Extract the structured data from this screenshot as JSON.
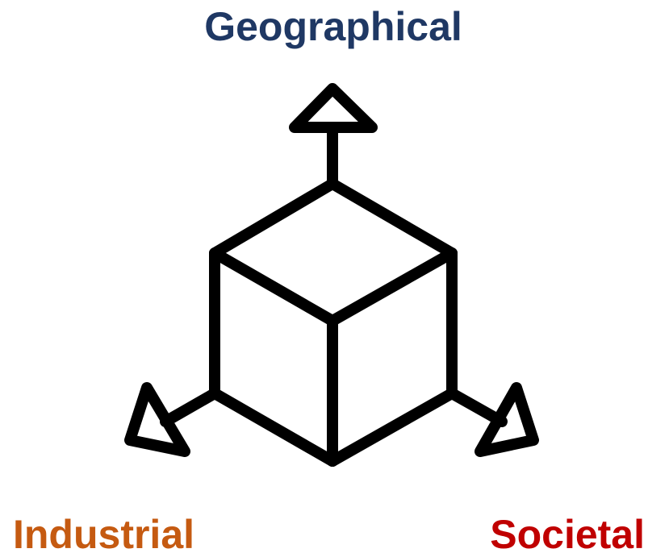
{
  "labels": {
    "top": "Geographical",
    "left": "Industrial",
    "right": "Societal"
  },
  "colors": {
    "top": "#1f3864",
    "left": "#c55a11",
    "right": "#c00000",
    "stroke": "#000000"
  },
  "icons": {
    "center": "cube-icon",
    "axes": [
      "up-arrow-icon",
      "down-left-arrow-icon",
      "down-right-arrow-icon"
    ]
  }
}
